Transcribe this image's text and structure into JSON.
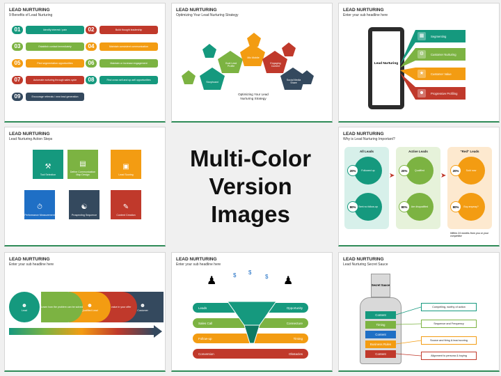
{
  "colors": {
    "green": "#2e8b57",
    "teal": "#15997e",
    "red": "#c0392b",
    "orange": "#f39c12",
    "lime": "#7cb342",
    "navy": "#34495e",
    "blue": "#1f6fc5"
  },
  "center": {
    "line1": "Multi-Color",
    "line2": "Version Images"
  },
  "s1": {
    "title": "LEAD NURTURING",
    "sub": "9 Benefits of Lead Nurturing",
    "items": [
      {
        "num": "01",
        "text": "Identify interest / pain"
      },
      {
        "num": "02",
        "text": "Build thought leadership"
      },
      {
        "num": "03",
        "text": "Establish contact immediately"
      },
      {
        "num": "04",
        "text": "Maintain consistent communication"
      },
      {
        "num": "05",
        "text": "Find segmentation opportunities"
      },
      {
        "num": "06",
        "text": "Maintain or increase engagement"
      },
      {
        "num": "07",
        "text": "Automate nurturing through sales cycle"
      },
      {
        "num": "08",
        "text": "Find cross sell and up-sell opportunities"
      },
      {
        "num": "09",
        "text": "Encourage referrals / new lead generation"
      }
    ]
  },
  "s2": {
    "title": "LEAD NURTURING",
    "sub": "Optimizing Your Lead Nurturing Strategy",
    "center": "Optimizing Your Lead Nurturing Strategy",
    "pents": [
      "Storyboard",
      "Goal Lead Profile",
      "Mix Mobile",
      "Engaging Content",
      "Social Media Share"
    ]
  },
  "s3": {
    "title": "LEAD NURTURING",
    "sub": "Enter your sub headline here",
    "center": "Lead Nurturing",
    "bars": [
      "Segmenting",
      "Customer Nurturing",
      "Customer Value",
      "Progressive Profiling"
    ]
  },
  "s4": {
    "title": "LEAD NURTURING",
    "sub": "Lead Nurturing Action Steps",
    "pieces": [
      "Tool Selection",
      "Define Communication Map Design",
      "Lead Scoring",
      "Performance Measurement",
      "Prospecting Sequence",
      "Content Creation"
    ]
  },
  "s5": {
    "title": "LEAD NURTURING",
    "sub": "Why is Lead Nurturing Important?",
    "cols": [
      {
        "head": "All Leads",
        "top_pct": "20%",
        "top": "Followed up",
        "bot_pct": "80%",
        "bot": "Sent no follow-up"
      },
      {
        "head": "Active Leads",
        "top_pct": "20%",
        "top": "Qualified",
        "bot_pct": "80%",
        "bot": "Are disqualified"
      },
      {
        "head": "\"Red\" Leads",
        "top_pct": "20%",
        "top": "Sold now",
        "bot_pct": "80%",
        "bot": "Buy anyway?"
      }
    ],
    "footnote": "Within 24 months from you or your competitor"
  },
  "s6": {
    "title": "LEAD NURTURING",
    "sub": "Enter your sub headline here",
    "steps": [
      "Lead",
      "Learn how the problem can be solved",
      "Qualified Lead",
      "Sent the value in your offer",
      "Customer"
    ]
  },
  "s7": {
    "title": "LEAD NURTURING",
    "sub": "Enter your sub headline here",
    "rows": [
      {
        "l": "Leads",
        "r": "Opportunity"
      },
      {
        "l": "Sales Call",
        "r": "Connecture"
      },
      {
        "l": "Follow-up",
        "r": "Timing"
      },
      {
        "l": "Conversion",
        "r": "Obstacles"
      }
    ]
  },
  "s8": {
    "title": "LEAD NURTURING",
    "sub": "Lead Nurturing Secret Sauce",
    "label": "Secret Sauce",
    "bands": [
      "Content",
      "Timing",
      "Content",
      "Business Rules",
      "Content"
    ],
    "boxes": [
      "Compelling, worthy of action",
      "Sequence and Frequency",
      "Source and firing & lead scoring",
      "Alignment to persona & buying"
    ]
  }
}
